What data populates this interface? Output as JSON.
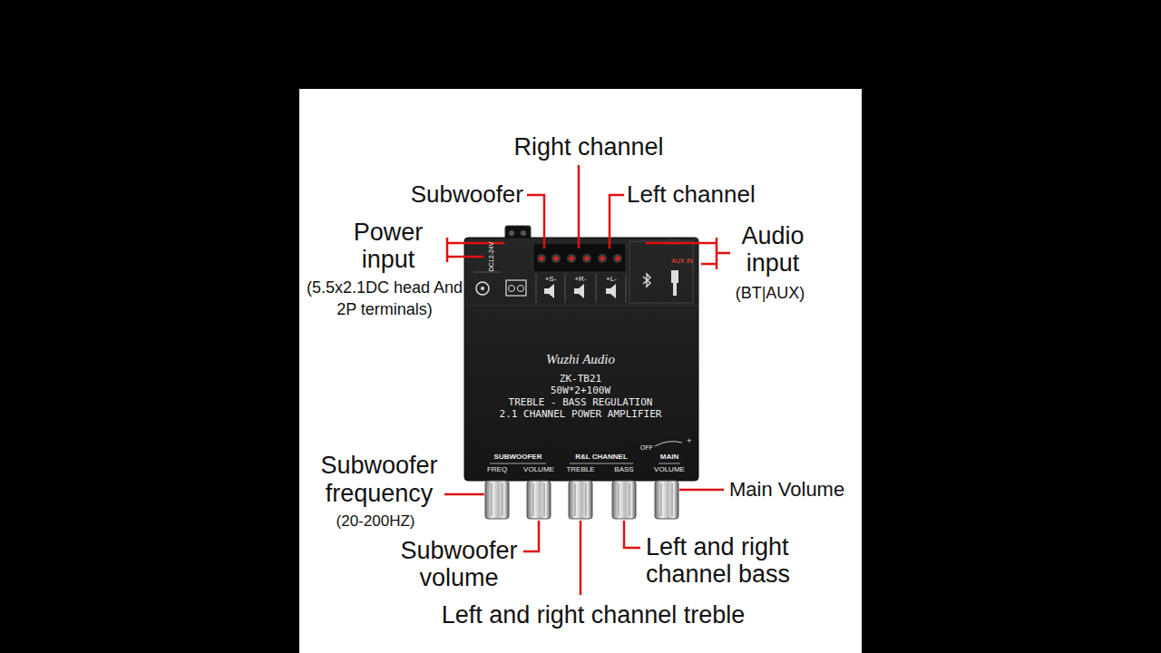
{
  "diagram": {
    "labels": [
      "Right channel",
      "Subwoofer",
      "Left channel",
      "Power input",
      "(5.5x2.1DC head And 2P terminals)",
      "Audio input",
      "(BT|AUX)",
      "Subwoofer frequency",
      "(20-200HZ)",
      "Subwoofer volume",
      "Left and right channel treble",
      "Left and right channel bass",
      "Main Volume",
      "Wuzhi Audio",
      "ZK-TB21",
      "50W*2+100W",
      "TREBLE - BASS REGULATION",
      "2.1 CHANNEL POWER AMPLIFIER",
      "SUBWOOFER",
      "FREQ",
      "VOLUME",
      "R&L CHANNEL",
      "TREBLE",
      "BASS",
      "MAIN",
      "VOLUME",
      "OFF",
      "+",
      "+S-",
      "+R-",
      "+L-",
      "DC12-24V",
      "AUX IN"
    ]
  }
}
